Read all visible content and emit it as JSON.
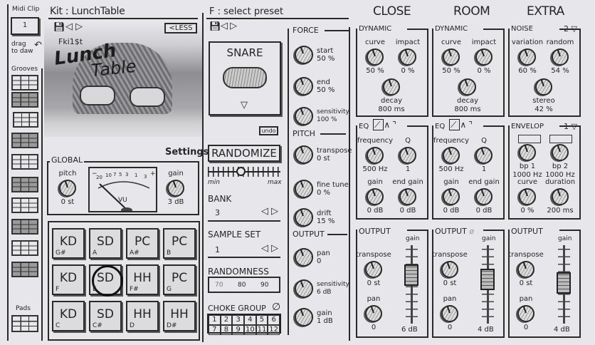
{
  "left_strip": {
    "midi_clip_label": "Midi Clip",
    "midi_clip_value": "1",
    "drag_hint_1": "drag",
    "drag_hint_2": "to daw",
    "grooves_label": "Grooves",
    "pads_label": "Pads"
  },
  "kit": {
    "title_prefix": "Kit :",
    "name": "LunchTable",
    "less_button": "<LESS",
    "artist": "Fki1$t",
    "art_title_1": "Lunch",
    "art_title_2": "Table",
    "settings": "Settings",
    "global": {
      "label": "GLOBAL",
      "pitch": {
        "label": "pitch",
        "value": "0 st"
      },
      "gain": {
        "label": "gain",
        "value": "3 dB"
      },
      "vu": {
        "label": "VU",
        "minus": "−",
        "plus": "+",
        "scale": [
          "20",
          "10",
          "7",
          "5",
          "3",
          "1",
          "3"
        ]
      }
    },
    "pads": [
      {
        "name": "KD",
        "note": "G#"
      },
      {
        "name": "SD",
        "note": "A"
      },
      {
        "name": "PC",
        "note": "A#"
      },
      {
        "name": "PC",
        "note": "B"
      },
      {
        "name": "KD",
        "note": "F"
      },
      {
        "name": "SD",
        "note": "E"
      },
      {
        "name": "HH",
        "note": "F#"
      },
      {
        "name": "PC",
        "note": "G"
      },
      {
        "name": "KD",
        "note": "C"
      },
      {
        "name": "SD",
        "note": "C#"
      },
      {
        "name": "HH",
        "note": "D"
      },
      {
        "name": "HH",
        "note": "D#"
      }
    ],
    "selected_pad": "SD E"
  },
  "preset": {
    "title": "F : select preset",
    "sample_name": "SNARE",
    "undo": "undo",
    "randomize": "RANDOMIZE",
    "slider": {
      "min": "min",
      "max": "max",
      "value": 0.45
    },
    "bank": {
      "label": "BANK",
      "value": "3"
    },
    "sample_set": {
      "label": "SAMPLE SET",
      "value": "1"
    },
    "randomness": {
      "label": "RANDOMNESS",
      "ticks": [
        "70",
        "80",
        "90"
      ]
    },
    "choke": {
      "label": "CHOKE GROUP",
      "none_symbol": "∅",
      "groups": [
        "1",
        "2",
        "3",
        "4",
        "5",
        "6",
        "7",
        "8",
        "9",
        "10",
        "11",
        "12"
      ]
    }
  },
  "force": {
    "label": "FORCE",
    "start": {
      "label": "start",
      "value": "50 %"
    },
    "end": {
      "label": "end",
      "value": "50 %"
    },
    "sensitivity": {
      "label": "sensitivity",
      "value": "100 %"
    }
  },
  "pitch": {
    "label": "PITCH",
    "transpose": {
      "label": "transpose",
      "value": "0 st"
    },
    "fine_tune": {
      "label": "fine tune",
      "value": "0 %"
    },
    "drift": {
      "label": "drift",
      "value": "15 %"
    }
  },
  "output": {
    "label": "OUTPUT",
    "pan": {
      "label": "pan",
      "value": "0"
    },
    "sensitivity": {
      "label": "sensitivity",
      "value": "6 dB"
    },
    "gain": {
      "label": "gain",
      "value": "1 dB"
    }
  },
  "mics": {
    "close": {
      "title": "CLOSE",
      "dynamic": {
        "label": "DYNAMIC",
        "curve": {
          "label": "curve",
          "value": "50 %"
        },
        "impact": {
          "label": "impact",
          "value": "0 %"
        },
        "decay": {
          "label": "decay",
          "value": "800 ms"
        }
      },
      "eq": {
        "label": "EQ",
        "frequency": {
          "label": "frequency",
          "value": "500 Hz"
        },
        "q": {
          "label": "Q",
          "value": "1"
        },
        "gain": {
          "label": "gain",
          "value": "0 dB"
        },
        "end_gain": {
          "label": "end gain",
          "value": "0 dB"
        }
      },
      "output": {
        "label": "OUTPUT",
        "transpose": {
          "label": "transpose",
          "value": "0 st"
        },
        "pan": {
          "label": "pan",
          "value": "0"
        },
        "gain": {
          "label": "gain",
          "value": "6 dB",
          "level": 0.8
        }
      }
    },
    "room": {
      "title": "ROOM",
      "dynamic": {
        "label": "DYNAMIC",
        "curve": {
          "label": "curve",
          "value": "50 %"
        },
        "impact": {
          "label": "impact",
          "value": "0 %"
        },
        "decay": {
          "label": "decay",
          "value": "800 ms"
        }
      },
      "eq": {
        "label": "EQ",
        "frequency": {
          "label": "frequency",
          "value": "500 Hz"
        },
        "q": {
          "label": "Q",
          "value": "1"
        },
        "gain": {
          "label": "gain",
          "value": "0 dB"
        },
        "end_gain": {
          "label": "end gain",
          "value": "0 dB"
        }
      },
      "output": {
        "label": "OUTPUT",
        "phase_symbol": "ø",
        "transpose": {
          "label": "transpose",
          "value": "0 st"
        },
        "pan": {
          "label": "pan",
          "value": "0"
        },
        "gain": {
          "label": "gain",
          "value": "4 dB",
          "level": 0.75
        }
      }
    },
    "extra": {
      "title": "EXTRA",
      "noise": {
        "label": "NOISE",
        "selector": "2",
        "variation": {
          "label": "variation",
          "value": "60 %"
        },
        "random": {
          "label": "random",
          "value": "54 %"
        },
        "stereo": {
          "label": "stereo",
          "value": "42 %"
        }
      },
      "envelope": {
        "label": "ENVELOP",
        "selector": "1",
        "bp1": {
          "label": "bp 1",
          "value": "1000 Hz"
        },
        "bp2": {
          "label": "bp 2",
          "value": "1000 Hz"
        },
        "curve": {
          "label": "curve",
          "value": "0 %"
        },
        "duration": {
          "label": "duration",
          "value": "200 ms"
        }
      },
      "output": {
        "label": "OUTPUT",
        "transpose": {
          "label": "transpose",
          "value": "0 st"
        },
        "pan": {
          "label": "pan",
          "value": "0"
        },
        "gain": {
          "label": "gain",
          "value": "4 dB",
          "level": 0.7
        }
      }
    }
  },
  "colors": {
    "ink": "#252525",
    "paper": "#e7e7eb"
  }
}
